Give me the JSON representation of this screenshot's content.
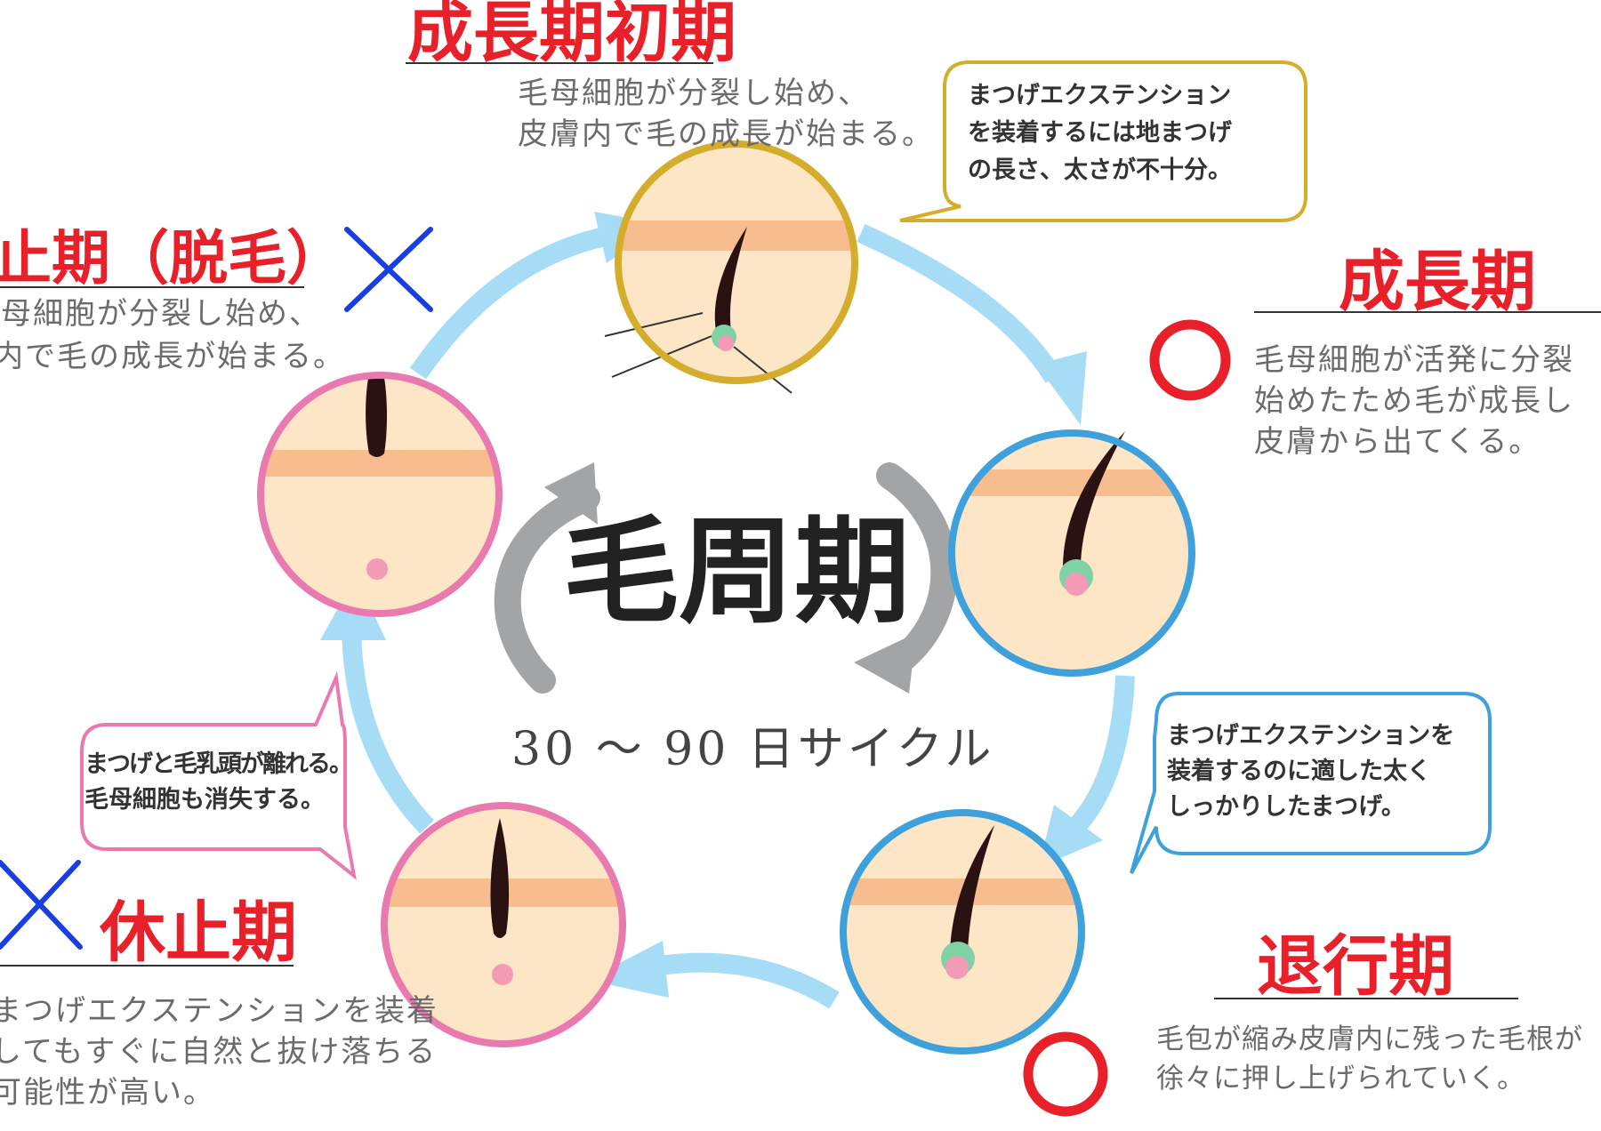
{
  "center": {
    "title": "毛周期",
    "cycle": "30 ～ 90 日サイクル"
  },
  "stages": {
    "anagen_early": {
      "title": "成長期初期",
      "desc_1": "毛母細胞が分裂し始め、",
      "desc_2": "皮膚内で毛の成長が始まる。",
      "bubble_1": "まつげエクステンション",
      "bubble_2": "を装着するには地まつげ",
      "bubble_3": "の長さ、太さが不十分。"
    },
    "anagen": {
      "title": "成長期",
      "desc_1": "毛母細胞が活発に分裂",
      "desc_2": "始めたため毛が成長し",
      "desc_3": "皮膚から出てくる。",
      "mark": "circle"
    },
    "catagen": {
      "title": "退行期",
      "desc_1": "毛包が縮み皮膚内に残った毛根が",
      "desc_2": "徐々に押し上げられていく。",
      "bubble_1": "まつげエクステンションを",
      "bubble_2": "装着するのに適した太く",
      "bubble_3": "しっかりしたまつげ。",
      "mark": "circle"
    },
    "telogen": {
      "title": "休止期",
      "desc_1": "まつげエクステンションを装着",
      "desc_2": "してもすぐに自然と抜け落ちる",
      "desc_3": "可能性が高い。",
      "bubble_1": "まつげと毛乳頭が離れる。",
      "bubble_2": "毛母細胞も消失する。",
      "mark": "cross"
    },
    "telogen_shed": {
      "title": "休止期（脱毛）",
      "desc_1": "毛母細胞が分裂し始め、",
      "desc_2": "皮膚内で毛の成長が始まる。",
      "mark": "cross"
    }
  },
  "colors": {
    "title_red": "#e8202a",
    "mark_red": "#e8202a",
    "mark_blue": "#1a3fe0",
    "arrow_light_blue": "#a6dcf5",
    "arrow_gray": "#a3a4a6",
    "ring_gold": "#d3ad2b",
    "ring_blue": "#3fa1dc",
    "ring_pink": "#e97ab0",
    "skin": "#fde6c6",
    "skin_band": "#f8bd8e",
    "hair": "#2a1212",
    "bulb_green": "#7fd1a6",
    "bulb_pink": "#f39ab6"
  }
}
